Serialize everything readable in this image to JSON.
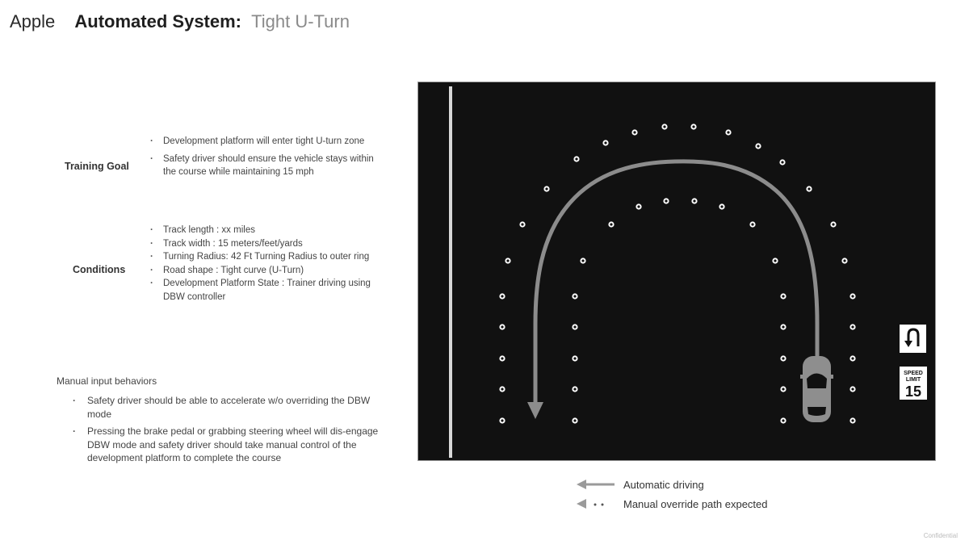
{
  "header": {
    "brand": "Apple",
    "title_bold": "Automated System:",
    "title_light": "Tight U-Turn"
  },
  "training_goal": {
    "label": "Training Goal",
    "items": [
      "Development platform will enter tight U-turn zone",
      "Safety driver should ensure the vehicle stays within the course while maintaining 15 mph"
    ]
  },
  "conditions": {
    "label": "Conditions",
    "items": [
      "Track length : xx miles",
      "Track width : 15 meters/feet/yards",
      "Turning Radius: 42 Ft Turning Radius to outer ring",
      "Road shape : Tight curve (U-Turn)",
      "Development Platform State : Trainer driving using DBW controller"
    ]
  },
  "manual_input": {
    "title": "Manual input behaviors",
    "items": [
      "Safety driver should be able to accelerate w/o overriding the DBW mode",
      "Pressing the brake pedal or grabbing steering wheel will dis-engage DBW mode and safety driver should take manual control of the development platform to complete the course"
    ]
  },
  "diagram": {
    "background": "#111111",
    "path_color": "#8c8c8c",
    "cone_color": "#ffffff",
    "signs": {
      "u_turn": "u-turn-icon",
      "speed_limit_label_1": "SPEED",
      "speed_limit_label_2": "LIMIT",
      "speed_limit_value": "15"
    },
    "vehicle": "car-icon"
  },
  "legend": {
    "items": [
      {
        "icon": "solid-arrow-icon",
        "label": "Automatic driving"
      },
      {
        "icon": "dotted-arrow-icon",
        "label": "Manual override path expected"
      }
    ]
  },
  "footer": {
    "text": "Confidential"
  }
}
